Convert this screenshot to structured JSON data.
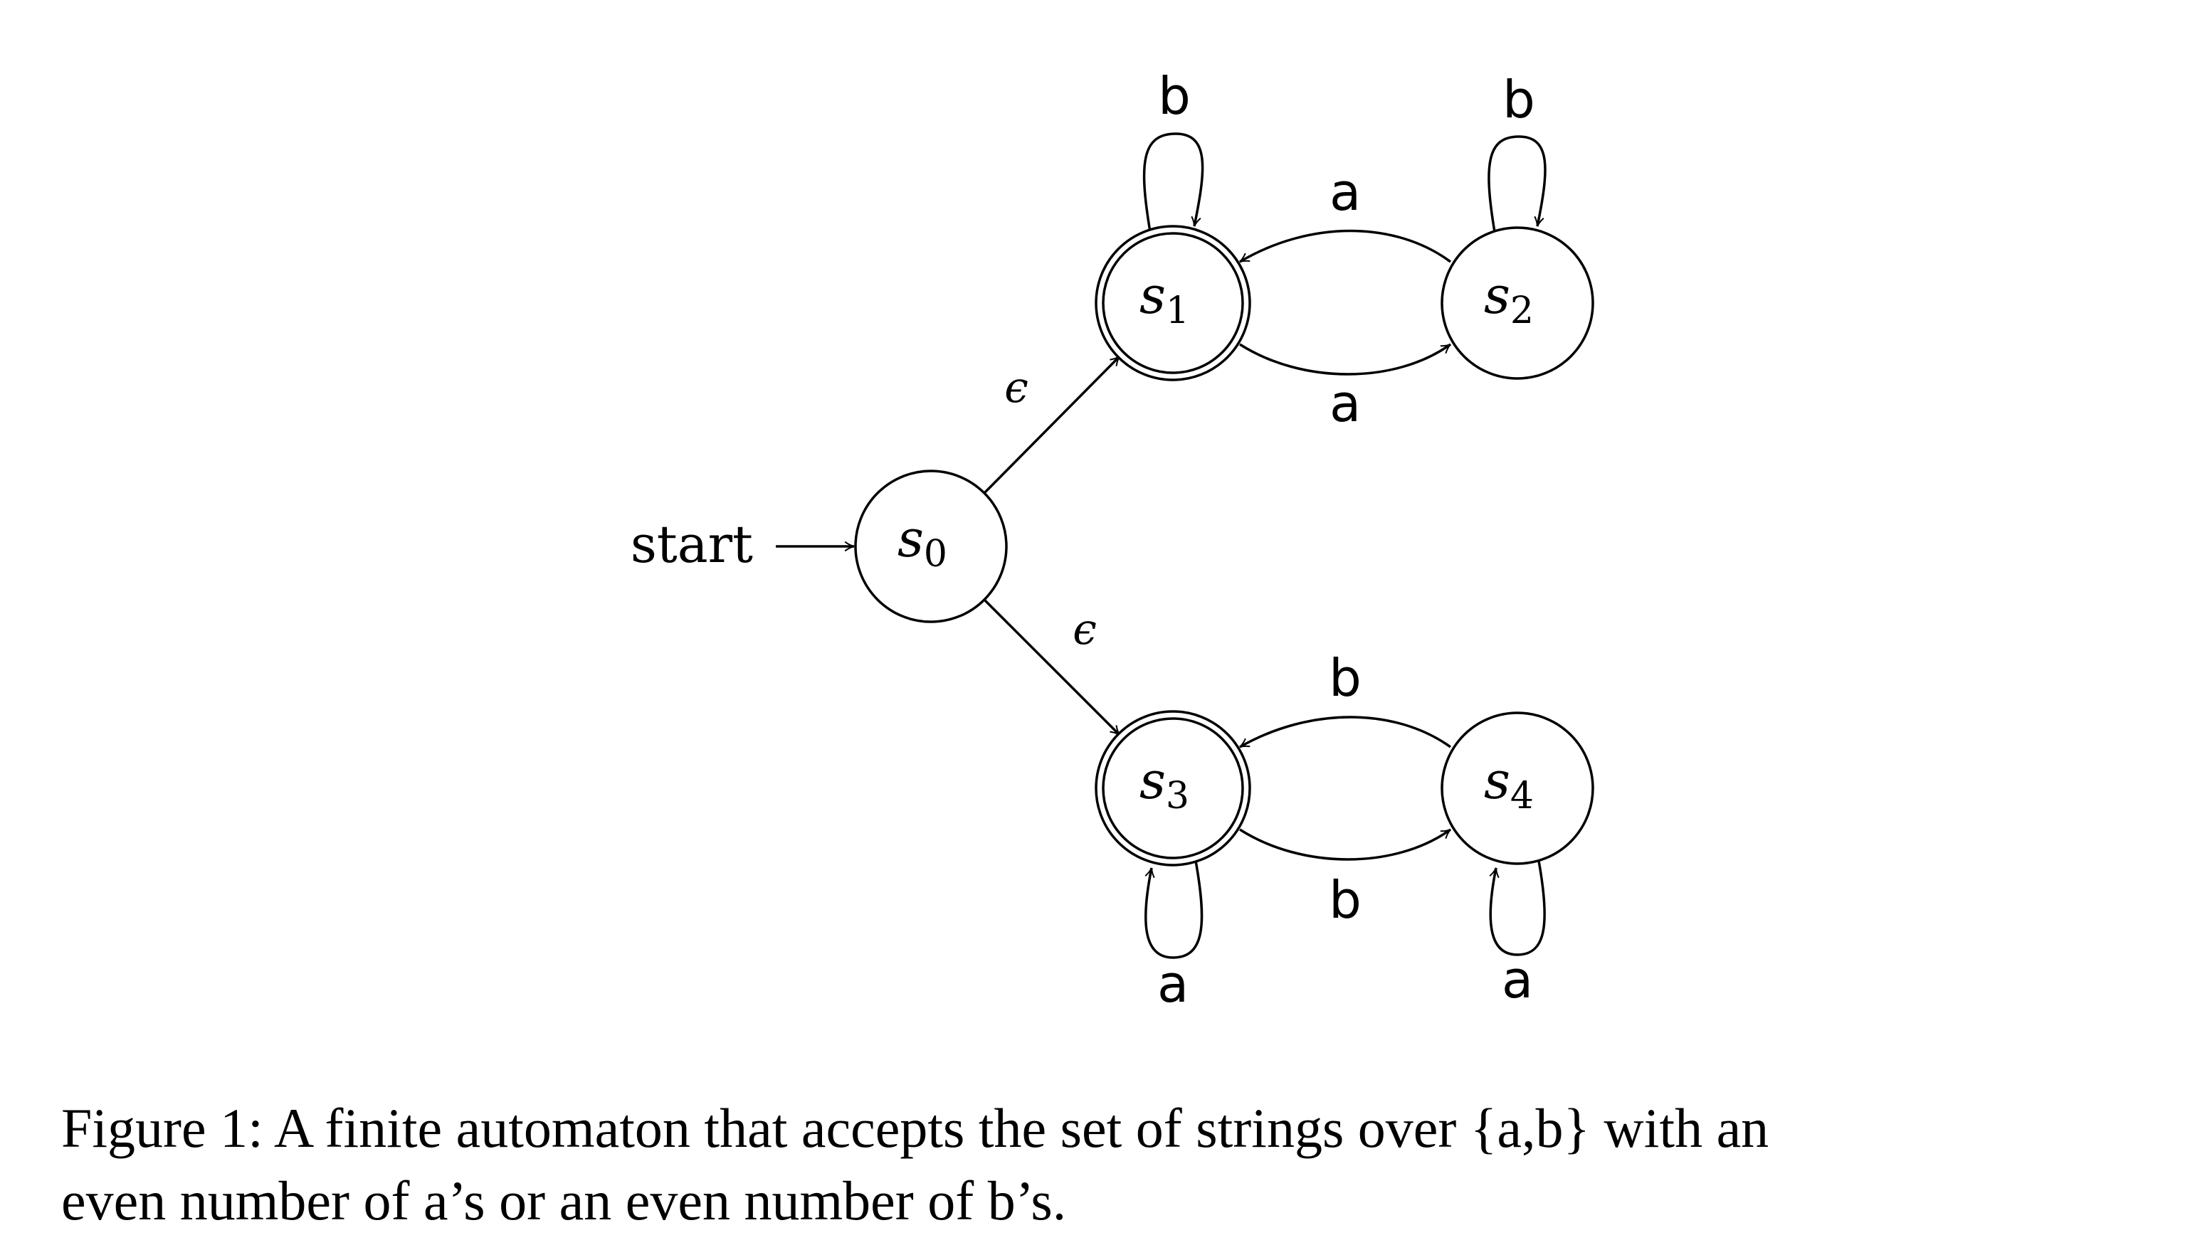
{
  "figure": {
    "start_label": "start",
    "states": [
      {
        "id": "s0",
        "name": "s",
        "sub": "0",
        "accepting": false,
        "initial": true
      },
      {
        "id": "s1",
        "name": "s",
        "sub": "1",
        "accepting": true,
        "initial": false
      },
      {
        "id": "s2",
        "name": "s",
        "sub": "2",
        "accepting": false,
        "initial": false
      },
      {
        "id": "s3",
        "name": "s",
        "sub": "3",
        "accepting": true,
        "initial": false
      },
      {
        "id": "s4",
        "name": "s",
        "sub": "4",
        "accepting": false,
        "initial": false
      }
    ],
    "transitions": [
      {
        "from": "s0",
        "to": "s1",
        "label": "ϵ"
      },
      {
        "from": "s0",
        "to": "s3",
        "label": "ϵ"
      },
      {
        "from": "s1",
        "to": "s1",
        "label": "b"
      },
      {
        "from": "s2",
        "to": "s2",
        "label": "b"
      },
      {
        "from": "s2",
        "to": "s1",
        "label": "a"
      },
      {
        "from": "s1",
        "to": "s2",
        "label": "a"
      },
      {
        "from": "s4",
        "to": "s3",
        "label": "b"
      },
      {
        "from": "s3",
        "to": "s4",
        "label": "b"
      },
      {
        "from": "s3",
        "to": "s3",
        "label": "a"
      },
      {
        "from": "s4",
        "to": "s4",
        "label": "a"
      }
    ]
  },
  "caption": {
    "line1": "Figure 1: A finite automaton that accepts the set of strings over {a,b} with an",
    "line2": "even number of a’s or an even number of b’s."
  }
}
